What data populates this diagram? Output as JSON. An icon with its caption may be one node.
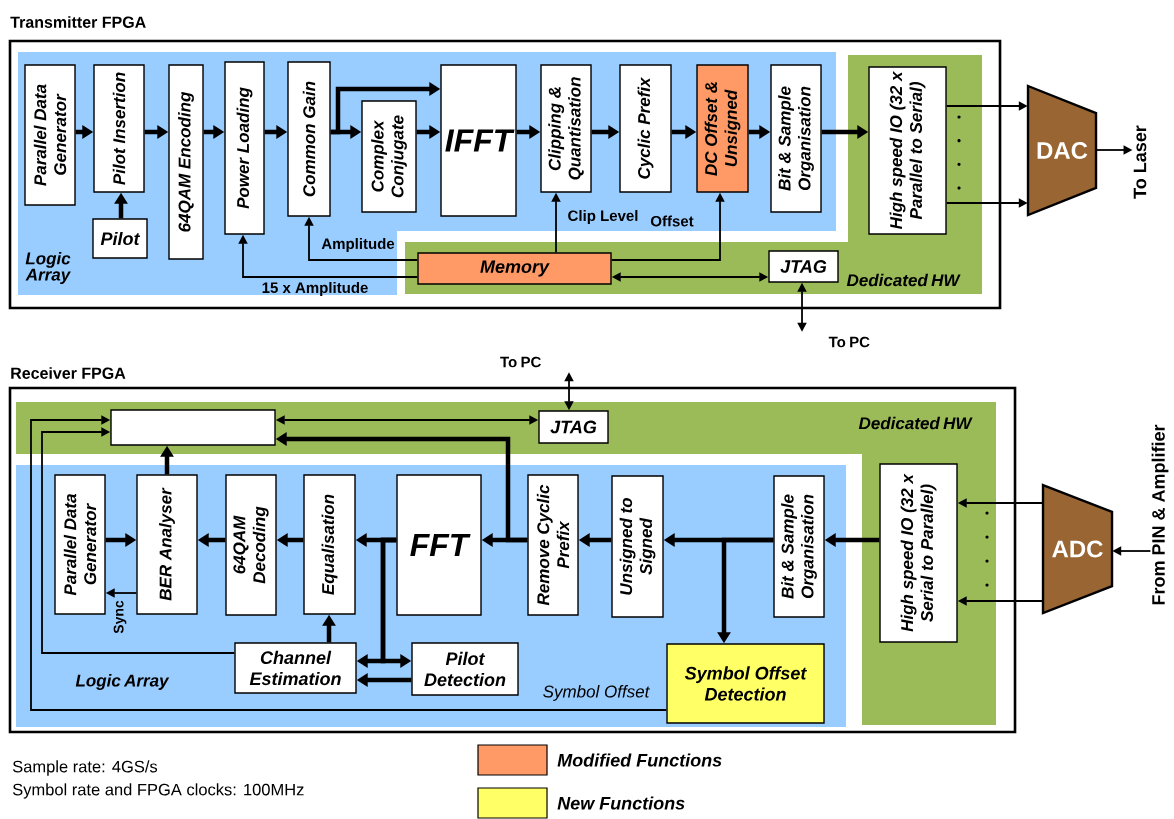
{
  "diagram": {
    "nodes": [
      {
        "text": [
          "Transmitter FPGA"
        ]
      },
      {
        "text": [
          "Logic Array"
        ],
        "in": 0
      },
      {
        "text": [
          "Parallel Data Generator"
        ],
        "in": 1
      },
      {
        "text": [
          "Pilot Insertion"
        ],
        "in": 1
      },
      {
        "text": [
          "Pilot"
        ],
        "in": 1
      },
      {
        "text": [
          "64QAM Encoding"
        ],
        "in": 1
      },
      {
        "text": [
          "Power Loading"
        ],
        "in": 1
      },
      {
        "text": [
          "Common Gain"
        ],
        "in": 1
      },
      {
        "text": [
          "Complex Conjugate"
        ],
        "in": 1
      },
      {
        "text": [
          "IFFT"
        ],
        "in": 1
      },
      {
        "text": [
          "Clipping & Quantisation"
        ],
        "in": 1
      },
      {
        "text": [
          "Cyclic Prefix"
        ],
        "in": 1
      },
      {
        "text": [
          "DC Offset & Unsigned"
        ],
        "in": 1
      },
      {
        "text": [
          "Bit & Sample Organisation"
        ],
        "in": 1
      },
      {
        "text": [
          "Dedicated HW"
        ],
        "in": 0
      },
      {
        "text": [
          "High speed IO (32 x Parallel to Serial)"
        ],
        "in": 14
      },
      {
        "text": [
          "Memory"
        ],
        "in": 14
      },
      {
        "text": [
          "JTAG"
        ],
        "in": 14
      },
      {
        "text": [
          "DAC"
        ]
      },
      {
        "text": [
          "To Laser"
        ]
      },
      {
        "text": [
          "To PC"
        ]
      },
      {
        "text": [
          "Receiver FPGA"
        ]
      },
      {
        "text": [
          "Dedicated HW"
        ],
        "in": 21
      },
      {
        "text": [
          "Logic Array"
        ],
        "in": 21
      },
      {
        "text": [],
        "shape": "box",
        "in": 22
      },
      {
        "text": [
          "JTAG"
        ],
        "in": 22
      },
      {
        "text": [
          "High speed IO (32 x Serial to Parallel)"
        ],
        "in": 22
      },
      {
        "text": [
          "Parallel Data Generator"
        ],
        "in": 23
      },
      {
        "text": [
          "BER Analyser"
        ],
        "in": 23
      },
      {
        "text": [
          "64QAM Decoding"
        ],
        "in": 23
      },
      {
        "text": [
          "Equalisation"
        ],
        "in": 23
      },
      {
        "text": [
          "FFT"
        ],
        "in": 23
      },
      {
        "text": [
          "Remove Cyclic Prefix"
        ],
        "in": 23
      },
      {
        "text": [
          "Unsigned to Signed"
        ],
        "in": 23
      },
      {
        "text": [
          "Bit & Sample Organisation"
        ],
        "in": 23
      },
      {
        "text": [
          "Channel Estimation"
        ],
        "in": 23
      },
      {
        "text": [
          "Pilot Detection"
        ],
        "in": 23
      },
      {
        "text": [
          "Symbol Offset Detection"
        ],
        "in": 23
      },
      {
        "text": [
          "ADC"
        ]
      },
      {
        "text": [
          "From PIN & Amplifier"
        ]
      },
      {
        "text": [
          "To PC"
        ]
      }
    ],
    "edges": [
      {
        "from": 2,
        "to": 3,
        "arrow": "to"
      },
      {
        "from": 4,
        "to": 3,
        "arrow": "to"
      },
      {
        "from": 3,
        "to": 5,
        "arrow": "to"
      },
      {
        "from": 5,
        "to": 6,
        "arrow": "to"
      },
      {
        "from": 6,
        "to": 7,
        "arrow": "to"
      },
      {
        "from": 7,
        "to": 8,
        "arrow": "to"
      },
      {
        "from": 7,
        "to": 9,
        "arrow": "to"
      },
      {
        "from": 8,
        "to": 9,
        "arrow": "to"
      },
      {
        "from": 9,
        "to": 10,
        "arrow": "to"
      },
      {
        "from": 10,
        "to": 11,
        "arrow": "to"
      },
      {
        "from": 11,
        "to": 12,
        "arrow": "to"
      },
      {
        "from": 12,
        "to": 13,
        "arrow": "to"
      },
      {
        "from": 13,
        "to": 15,
        "arrow": "to"
      },
      {
        "from": 16,
        "to": 6,
        "arrow": "to",
        "label": "15 x Amplitude"
      },
      {
        "from": 16,
        "to": 7,
        "arrow": "to",
        "label": "Amplitude"
      },
      {
        "from": 16,
        "to": 10,
        "arrow": "to",
        "label": "Clip Level"
      },
      {
        "from": 16,
        "to": 12,
        "arrow": "to",
        "label": "Offset"
      },
      {
        "from": 16,
        "to": 17,
        "arrow": "both"
      },
      {
        "from": 17,
        "to": 20,
        "arrow": "both"
      },
      {
        "from": 15,
        "to": 18,
        "arrow": "to"
      },
      {
        "from": 15,
        "to": 18,
        "arrow": "to"
      },
      {
        "from": 18,
        "to": 19,
        "arrow": "to"
      },
      {
        "from": 25,
        "to": 40,
        "arrow": "both"
      },
      {
        "from": 24,
        "to": 25,
        "arrow": "both"
      },
      {
        "from": 39,
        "to": 38,
        "arrow": "to"
      },
      {
        "from": 38,
        "to": 26,
        "arrow": "to"
      },
      {
        "from": 38,
        "to": 26,
        "arrow": "to"
      },
      {
        "from": 26,
        "to": 34,
        "arrow": "to"
      },
      {
        "from": 34,
        "to": 33,
        "arrow": "to"
      },
      {
        "from": 33,
        "to": 32,
        "arrow": "to"
      },
      {
        "from": 34,
        "to": 37,
        "arrow": "to"
      },
      {
        "from": 32,
        "to": 31,
        "arrow": "to"
      },
      {
        "from": 32,
        "to": 24,
        "arrow": "to"
      },
      {
        "from": 31,
        "to": 30,
        "arrow": "to"
      },
      {
        "from": 31,
        "to": 35,
        "arrow": "to"
      },
      {
        "from": 31,
        "to": 36,
        "arrow": "to"
      },
      {
        "from": 36,
        "to": 35,
        "arrow": "to"
      },
      {
        "from": 35,
        "to": 30,
        "arrow": "to"
      },
      {
        "from": 30,
        "to": 29,
        "arrow": "to"
      },
      {
        "from": 29,
        "to": 28,
        "arrow": "to"
      },
      {
        "from": 27,
        "to": 28,
        "arrow": "to"
      },
      {
        "from": 28,
        "to": 24,
        "arrow": "to"
      },
      {
        "from": 28,
        "to": 27,
        "arrow": "to",
        "label": "Sync"
      },
      {
        "from": 35,
        "to": 24,
        "arrow": "to"
      },
      {
        "from": 37,
        "to": 24,
        "arrow": "to",
        "label": "Symbol Offset"
      }
    ],
    "labels": [
      "Sample rate: 4GS/s",
      "Symbol rate and FPGA clocks: 100MHz"
    ],
    "legend": [
      {
        "text": "Modified Functions",
        "color": "#ff9966"
      },
      {
        "text": "New Functions",
        "color": "#ffff66"
      }
    ]
  }
}
